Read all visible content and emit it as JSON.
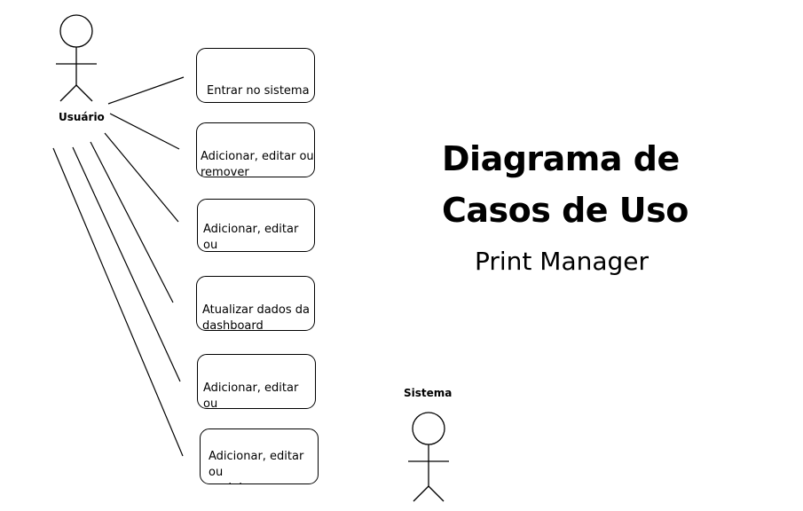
{
  "title": "Diagrama de\nCasos de Uso",
  "subtitle": "Print Manager",
  "actors": {
    "user": "Usuário",
    "system": "Sistema"
  },
  "use_cases": [
    "Entrar no sistema",
    "Adicionar, editar ou\nremover impressora",
    "Adicionar, editar ou\nremover um toner\ndo sistema",
    "Atualizar dados da\ndashboard",
    "Adicionar, editar ou\nexcluir proprietário",
    "Adicionar, editar ou\nexcluir\ndepartamentos"
  ]
}
